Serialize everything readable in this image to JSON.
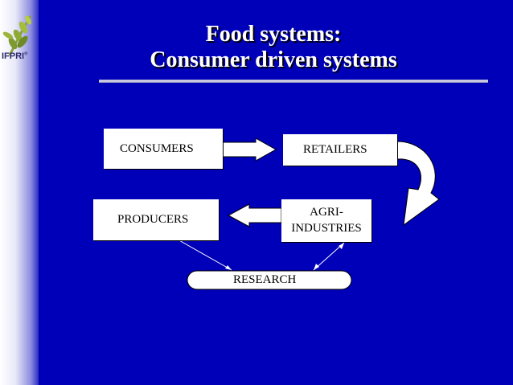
{
  "logo": {
    "text": "IFPRI",
    "mark": "®"
  },
  "title": {
    "line1": "Food systems:",
    "line2": "Consumer driven systems"
  },
  "nodes": {
    "consumers": "CONSUMERS",
    "retailers": "RETAILERS",
    "producers": "PRODUCERS",
    "agri": "AGRI-\nINDUSTRIES",
    "research": "RESEARCH"
  },
  "colors": {
    "background": "#0000b8",
    "box": "#ffffff",
    "arrow": "#ffffff"
  },
  "icons": {
    "logo": "wheat-plant-icon"
  }
}
